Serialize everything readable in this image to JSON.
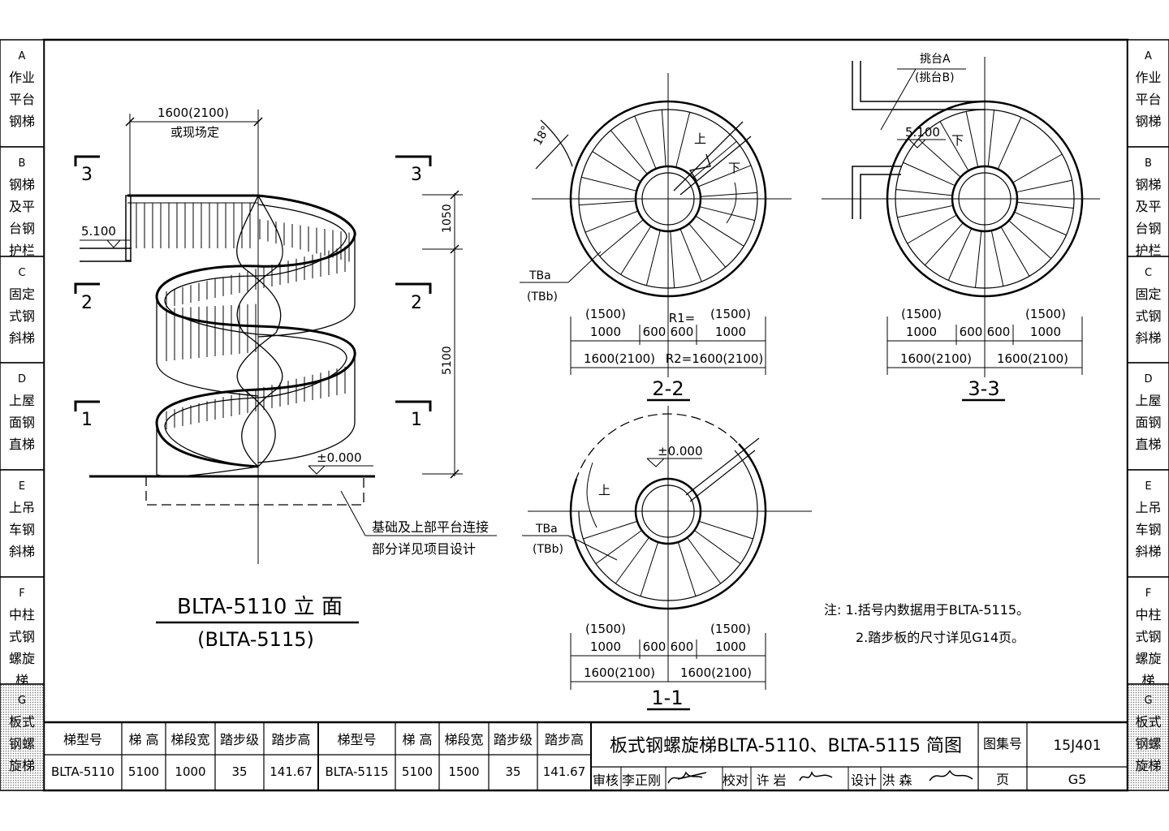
{
  "side_tabs": [
    {
      "letter": "A",
      "lines": [
        "作业",
        "平台",
        "钢梯"
      ],
      "active": false
    },
    {
      "letter": "B",
      "lines": [
        "钢梯",
        "及平",
        "台钢",
        "护栏"
      ],
      "active": false
    },
    {
      "letter": "C",
      "lines": [
        "固定",
        "式钢",
        "斜梯"
      ],
      "active": false
    },
    {
      "letter": "D",
      "lines": [
        "上屋",
        "面钢",
        "直梯"
      ],
      "active": false
    },
    {
      "letter": "E",
      "lines": [
        "上吊",
        "车钢",
        "斜梯"
      ],
      "active": false
    },
    {
      "letter": "F",
      "lines": [
        "中柱",
        "式钢",
        "螺旋",
        "梯"
      ],
      "active": false
    },
    {
      "letter": "G",
      "lines": [
        "板式",
        "钢螺",
        "旋梯"
      ],
      "active": true
    }
  ],
  "elevation": {
    "top_dim": "1600(2100)",
    "top_dim_note": "或现场定",
    "level_top": "5.100",
    "level_bottom": "±0.000",
    "dim_1050": "1050",
    "dim_5100": "5100",
    "sec3": "3",
    "sec2": "2",
    "sec1": "1",
    "foundation_note_1": "基础及上部平台连接",
    "foundation_note_2": "部分详见项目设计",
    "title": "BLTA-5110 立 面",
    "subtitle": "(BLTA-5115)"
  },
  "plan22": {
    "angle": "18°",
    "up": "上",
    "down": "下",
    "tb_a": "TBa",
    "tb_b": "(TBb)",
    "d_1500a": "(1500)",
    "d_1000a": "1000",
    "d_600a": "600",
    "d_r1": "R1=",
    "d_600b": "600",
    "d_1500b": "(1500)",
    "d_1000b": "1000",
    "d_total_l": "1600(2100)",
    "d_total_r": "R2=1600(2100)",
    "label": "2-2"
  },
  "plan33": {
    "platform_a": "挑台A",
    "platform_b": "(挑台B)",
    "level": "5.100",
    "down": "下",
    "d_1500a": "(1500)",
    "d_1000a": "1000",
    "d_600a": "600",
    "d_600b": "600",
    "d_1500b": "(1500)",
    "d_1000b": "1000",
    "d_total_l": "1600(2100)",
    "d_total_r": "1600(2100)",
    "label": "3-3"
  },
  "plan11": {
    "level": "±0.000",
    "up": "上",
    "tb_a": "TBa",
    "tb_b": "(TBb)",
    "d_1500a": "(1500)",
    "d_1000a": "1000",
    "d_600a": "600",
    "d_600b": "600",
    "d_1500b": "(1500)",
    "d_1000b": "1000",
    "d_total_l": "1600(2100)",
    "d_total_r": "1600(2100)",
    "label": "1-1"
  },
  "notes": {
    "n1": "注: 1.括号内数据用于BLTA-5115。",
    "n2": "2.踏步板的尺寸详见G14页。"
  },
  "table": {
    "headers": [
      "梯型号",
      "梯 高",
      "梯段宽",
      "踏步级",
      "踏步高"
    ],
    "rows": [
      [
        "BLTA-5110",
        "5100",
        "1000",
        "35",
        "141.67"
      ],
      [
        "BLTA-5115",
        "5100",
        "1500",
        "35",
        "141.67"
      ]
    ]
  },
  "title_block": {
    "title": "板式钢螺旋梯BLTA-5110、BLTA-5115 简图",
    "atlas_label": "图集号",
    "atlas_no": "15J401",
    "page_label": "页",
    "page_no": "G5",
    "review_label": "审核",
    "review_name": "李正刚",
    "check_label": "校对",
    "check_name": "许 岩",
    "design_label": "设计",
    "design_name": "洪 森"
  }
}
